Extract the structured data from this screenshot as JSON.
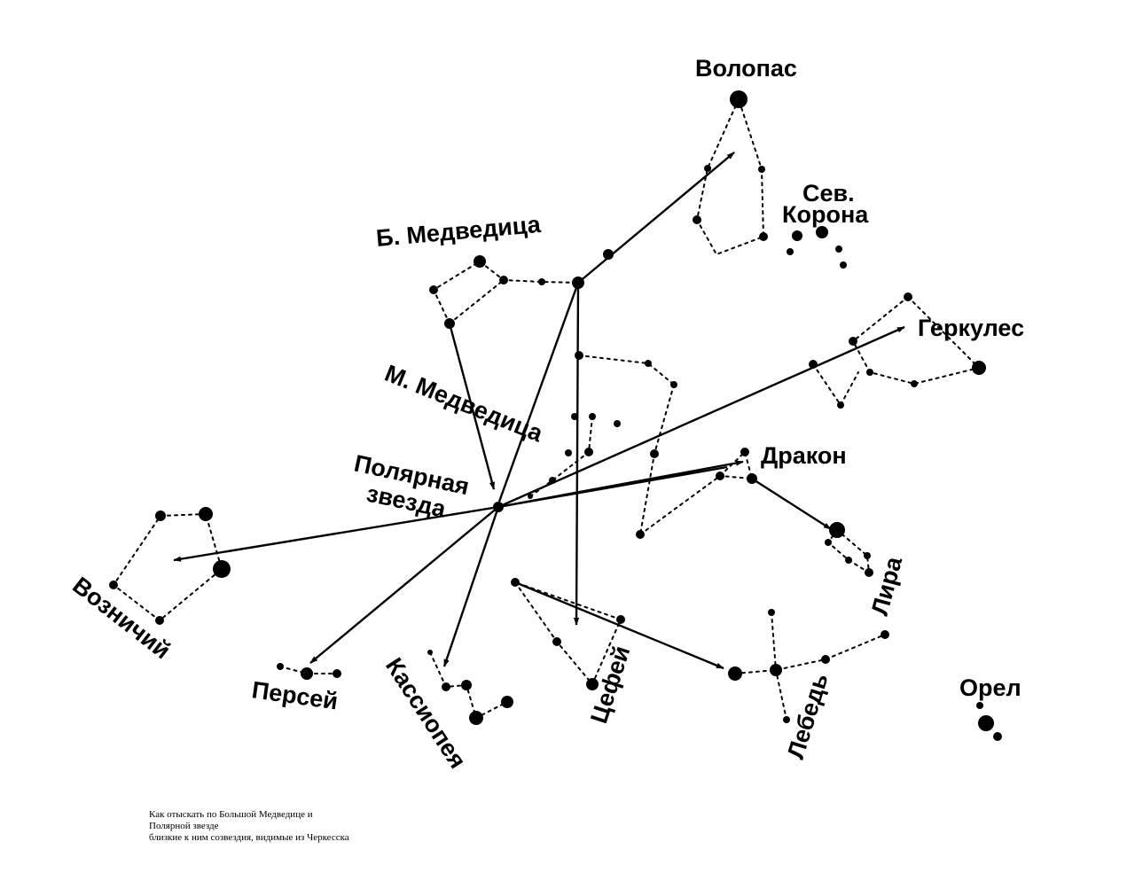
{
  "labels": {
    "bootes": "Волопас",
    "corona_1": "Сев.",
    "corona_2": "Корона",
    "ursa_major": "Б. Медведица",
    "hercules": "Геркулес",
    "ursa_minor": "М. Медведица",
    "draco": "Дракон",
    "polaris_1": "Полярная",
    "polaris_2": "звезда",
    "auriga": "Возничий",
    "perseus": "Персей",
    "cassiopeia": "Кассиопея",
    "cepheus": "Цефей",
    "cygnus": "Лебедь",
    "lyra": "Лира",
    "aquila": "Орел"
  },
  "caption": {
    "line1": "Как отыскать по Большой Медведице и",
    "line2": "Полярной звезде",
    "line3": "близкие к ним созвездия, видимые из Черкесска"
  }
}
